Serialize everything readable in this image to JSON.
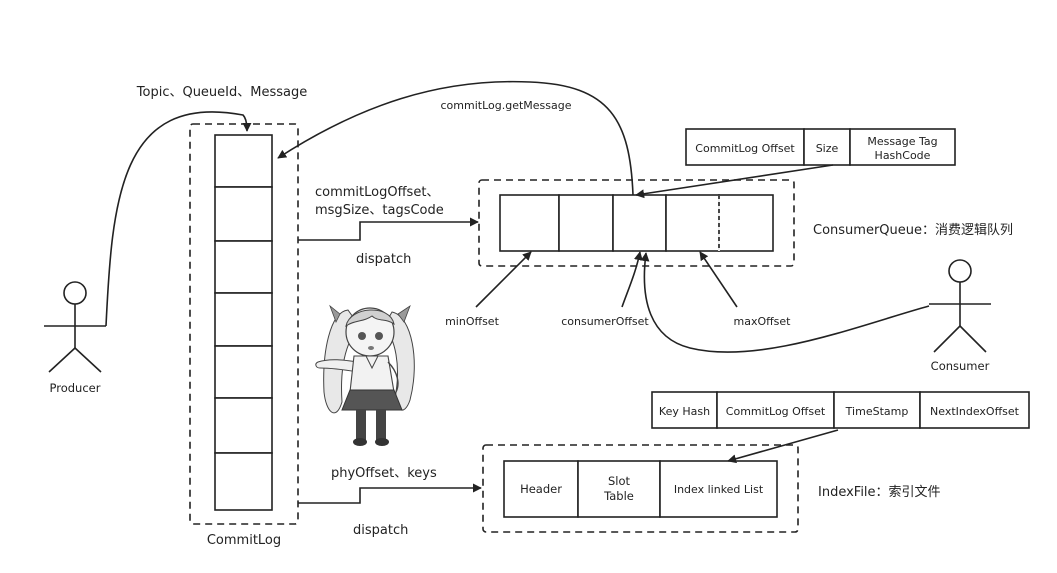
{
  "producer": {
    "label": "Producer"
  },
  "consumer": {
    "label": "Consumer"
  },
  "commitlog": {
    "label": "CommitLog"
  },
  "labels": {
    "producer_msg": "Topic、QueueId、Message",
    "get_message": "commitLog.getMessage",
    "cq_dispatch_fields_1": "commitLogOffset、",
    "cq_dispatch_fields_2": "msgSize、tagsCode",
    "cq_dispatch": "dispatch",
    "index_dispatch_fields": "phyOffset、keys",
    "index_dispatch": "dispatch",
    "min_offset": "minOffset",
    "consumer_offset": "consumerOffset",
    "max_offset": "maxOffset"
  },
  "consumer_queue": {
    "title": "ConsumerQueue：消费逻辑队列",
    "entry_fields": [
      "CommitLog Offset",
      "Size",
      "Message Tag HashCode"
    ]
  },
  "index_file": {
    "title": "IndexFile：索引文件",
    "sections": [
      "Header",
      "Slot Table",
      "Index linked List"
    ],
    "entry_fields": [
      "Key Hash",
      "CommitLog Offset",
      "TimeStamp",
      "NextIndexOffset"
    ]
  },
  "illustration": {
    "name": "anime-girl-pointing"
  }
}
